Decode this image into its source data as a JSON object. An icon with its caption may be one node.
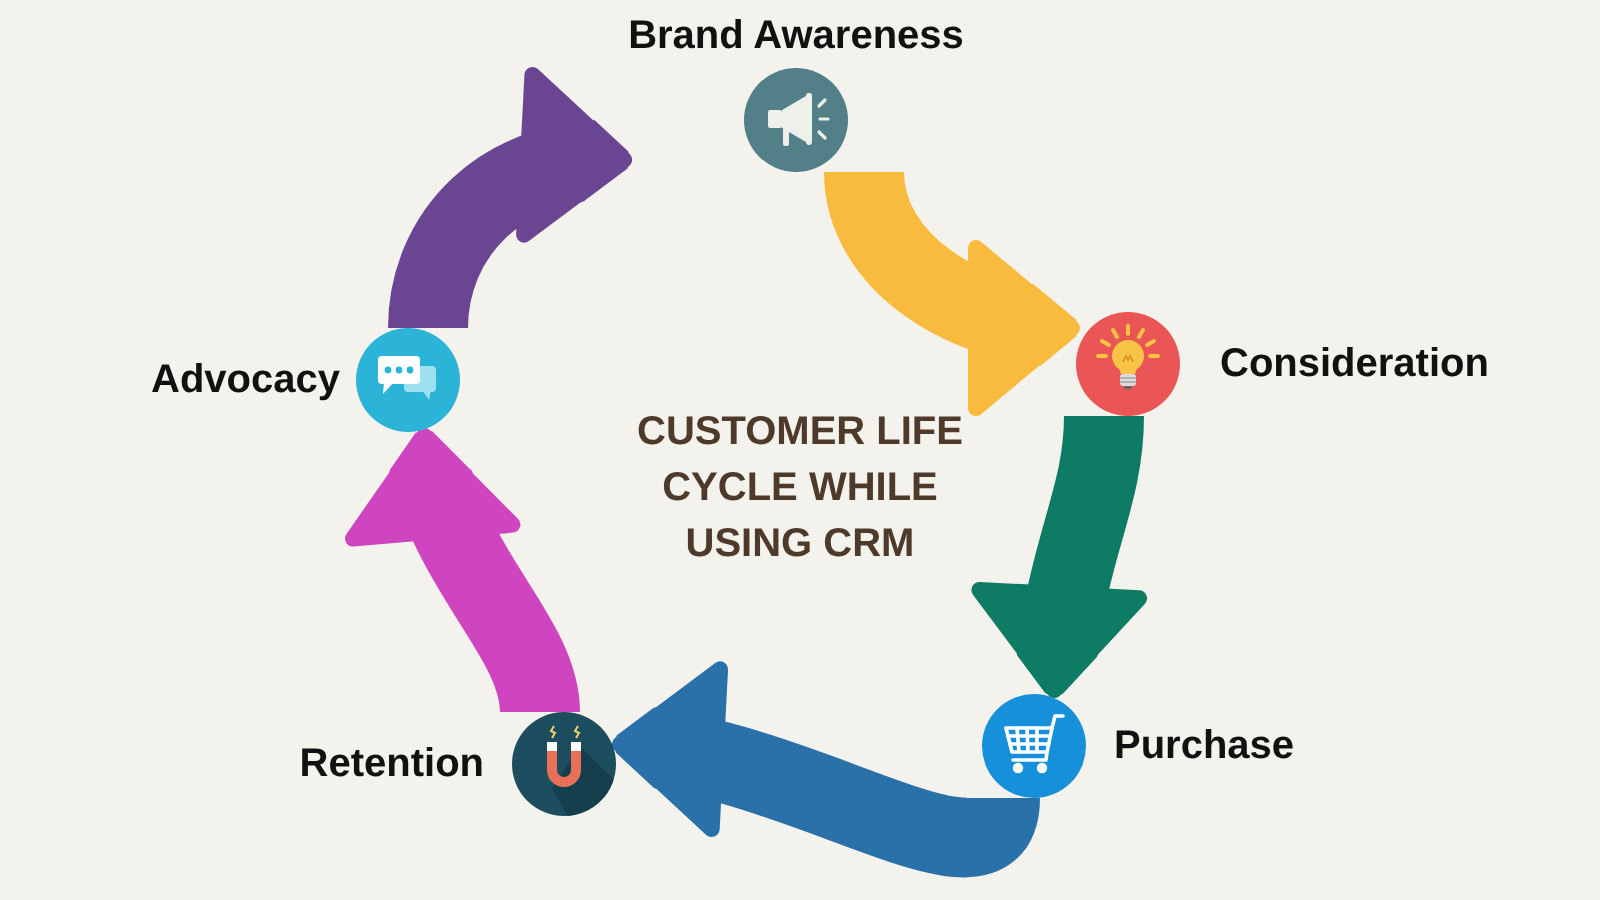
{
  "diagram": {
    "title": "CUSTOMER LIFE CYCLE WHILE USING CRM",
    "nodes": [
      {
        "text": [
          "Brand Awareness"
        ]
      },
      {
        "text": [
          "Consideration"
        ]
      },
      {
        "text": [
          "Purchase"
        ]
      },
      {
        "text": [
          "Retention"
        ]
      },
      {
        "text": [
          "Advocacy"
        ]
      }
    ],
    "edges": [
      {
        "from": 0,
        "to": 1,
        "arrow": "to",
        "color": "#f9bb3e"
      },
      {
        "from": 1,
        "to": 2,
        "arrow": "to",
        "color": "#0e7b65"
      },
      {
        "from": 2,
        "to": 3,
        "arrow": "to",
        "color": "#2a70a9"
      },
      {
        "from": 3,
        "to": 4,
        "arrow": "to",
        "color": "#cf44bf"
      },
      {
        "from": 4,
        "to": 0,
        "arrow": "to",
        "color": "#6a4692"
      }
    ]
  }
}
